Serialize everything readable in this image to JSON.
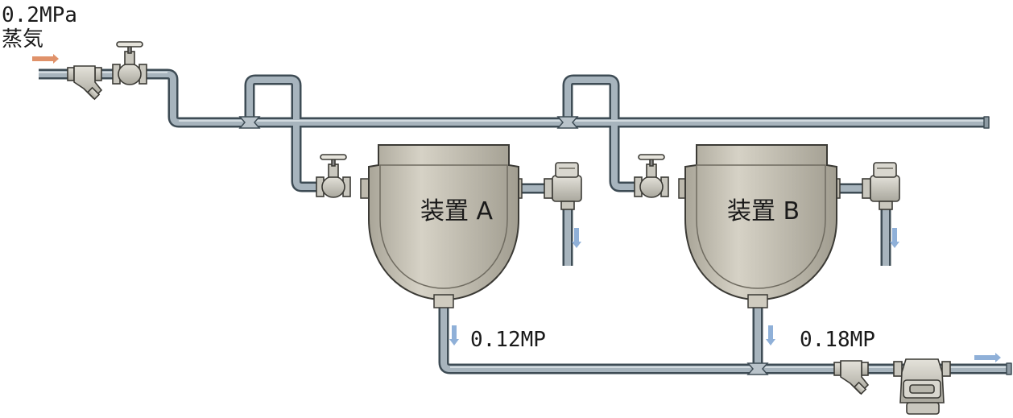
{
  "labels": {
    "steam_pressure": "0.2MPa",
    "steam": "蒸気",
    "device_a": "装置 A",
    "device_b": "装置 B",
    "pressure_a": "0.12MP",
    "pressure_b": "0.18MP"
  },
  "colors": {
    "pipe_fill": "#a7b4bd",
    "pipe_edge": "#3e4c55",
    "vessel_fill": "#cfcbbf",
    "vessel_edge": "#3b3a35",
    "steam_arrow": "#e0926a",
    "condensate_arrow": "#8fb0d8"
  }
}
